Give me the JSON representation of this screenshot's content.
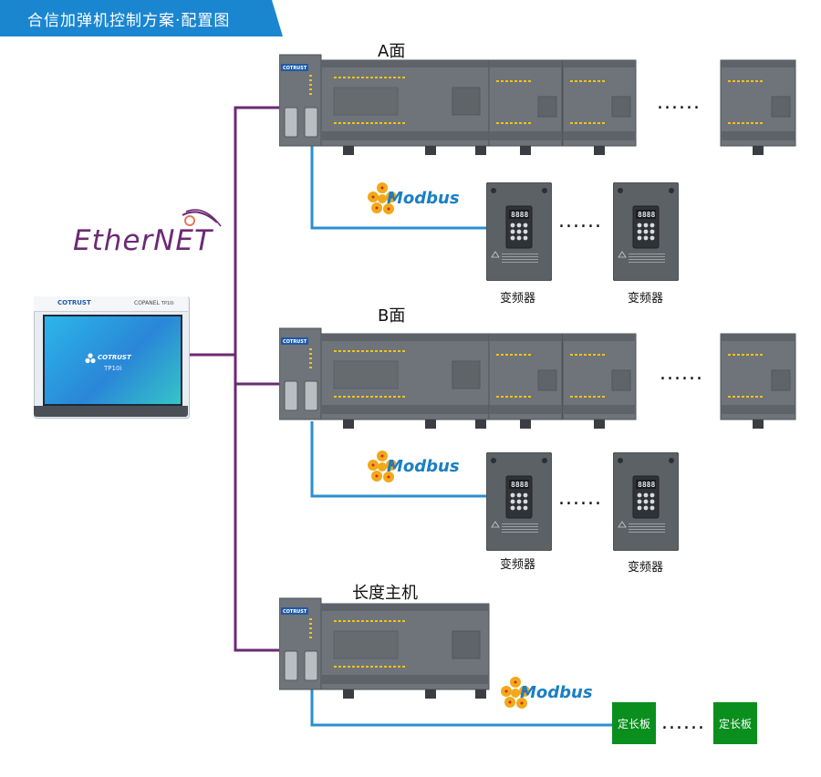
{
  "title": "合信加弹机控制方案·配置图",
  "ethernet_logo": "EtherNET",
  "hmi": {
    "brand": "COTRUST",
    "model_line": "COPANEL",
    "model_code": "TP10i",
    "screen_brand": "COTRUST",
    "screen_model": "TP10i"
  },
  "plc_brand": "COTRUST",
  "modbus_logo": "Modbus",
  "sections": [
    {
      "label": "A面",
      "ellipsis": "......",
      "drives_ellipsis": "......",
      "drive_labels": [
        "变频器",
        "变频器"
      ]
    },
    {
      "label": "B面",
      "ellipsis": "......",
      "drives_ellipsis": "......",
      "drive_labels": [
        "变频器",
        "变频器"
      ]
    },
    {
      "label": "长度主机",
      "boards_ellipsis": "......",
      "board_labels": [
        "定长板",
        "定长板"
      ]
    }
  ],
  "drive_display": "8888",
  "colors": {
    "banner": "#1a86d0",
    "ethernet_line": "#6b2a74",
    "modbus_line": "#2a8fd0",
    "plc_body": "#6e7479",
    "board_green": "#0a8f1e"
  }
}
